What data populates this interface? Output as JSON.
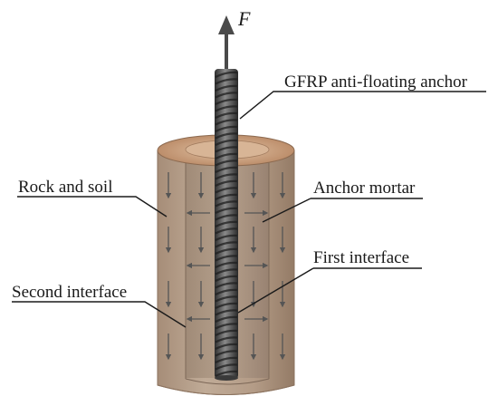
{
  "labels": {
    "force": "F",
    "gfrp_anchor": "GFRP anti-floating anchor",
    "rock_soil": "Rock and soil",
    "anchor_mortar": "Anchor mortar",
    "first_interface": "First interface",
    "second_interface": "Second interface"
  },
  "colors": {
    "rock_soil": "#b8a391",
    "mortar": "#a89482",
    "top_face": "#c79c79",
    "rebar": "#4a4a4a",
    "arrow": "#555555"
  }
}
